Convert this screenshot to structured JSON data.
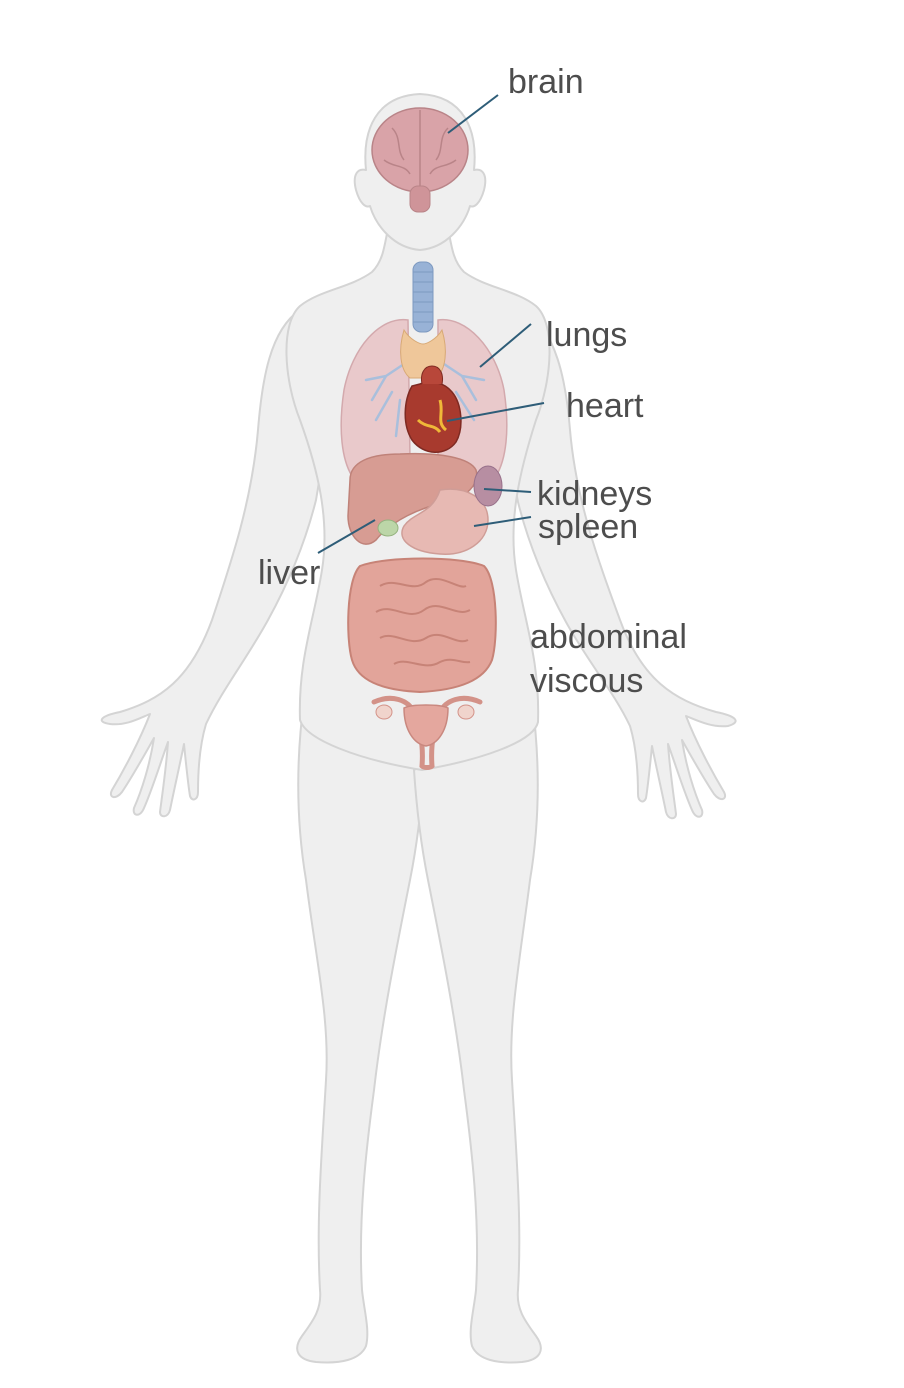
{
  "labels": {
    "brain": "brain",
    "lungs": "lungs",
    "heart": "heart",
    "kidneys": "kidneys",
    "spleen": "spleen",
    "liver": "liver",
    "abdominal_line1": "abdominal",
    "abdominal_line2": "viscous"
  },
  "colors": {
    "body_fill": "#eeeeee",
    "body_stroke": "#d2d2d2",
    "brain": "#d9a3a8",
    "trachea": "#98b2d6",
    "lungs": "#e9c9cb",
    "bronchi": "#a9bfdc",
    "thyroid": "#efc79a",
    "heart": "#a83a2e",
    "liver": "#d79c93",
    "stomach": "#e7b9b3",
    "kidney": "#b78ea2",
    "intestine": "#e2a49a",
    "uterus": "#e4a79e",
    "leader_line": "#2e5d78",
    "label_text": "#4d4d4d"
  }
}
